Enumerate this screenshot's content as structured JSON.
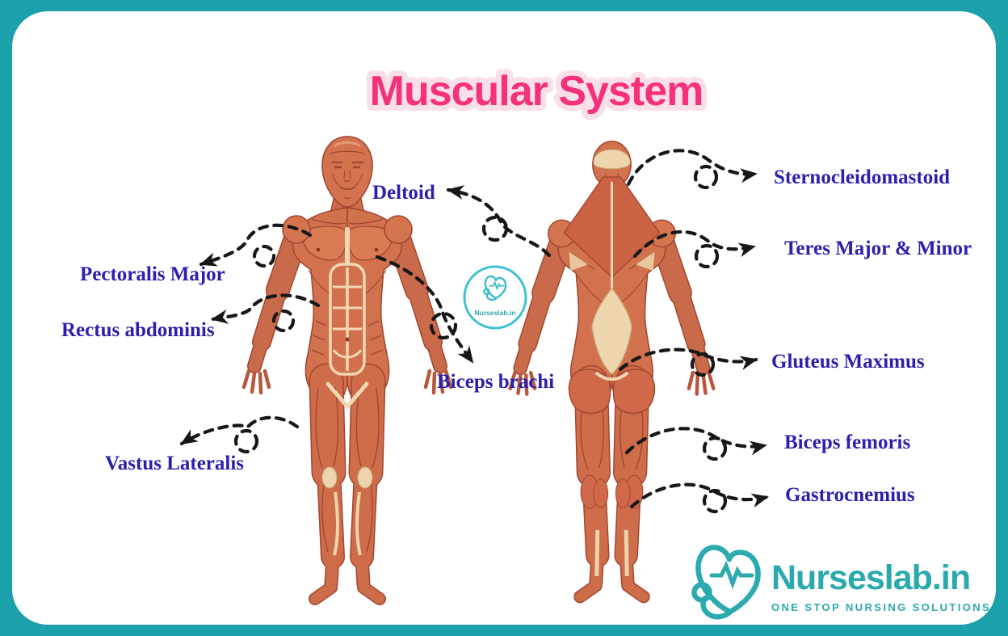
{
  "title": "Muscular System",
  "muscle_labels": {
    "deltoid": "Deltoid",
    "pectoralis_major": "Pectoralis Major",
    "rectus_abdominis": "Rectus abdominis",
    "vastus_lateralis": "Vastus Lateralis",
    "biceps_brachi": "Biceps brachi",
    "sternocleidomastoid": "Sternocleidomastoid",
    "teres_major_minor": "Teres Major & Minor",
    "gluteus_maximus": "Gluteus Maximus",
    "biceps_femoris": "Biceps femoris",
    "gastrocnemius": "Gastrocnemius"
  },
  "watermark": {
    "text": "Nurseslab.in"
  },
  "footer_logo": {
    "name": "Nurseslab.in",
    "tagline": "ONE STOP NURSING SOLUTIONS"
  },
  "colors": {
    "frame_teal": "#1BA1A9",
    "brand_teal": "#2BA9AE",
    "watermark_ring": "#3EC1D0",
    "title_pink": "#F5317C",
    "title_halo": "#F8DFE8",
    "label_blue": "#2B1FAD",
    "arrow_black": "#171717",
    "muscle_base": "#D2714E",
    "muscle_dark": "#A04730",
    "tendon_cream": "#EFD8B2"
  }
}
